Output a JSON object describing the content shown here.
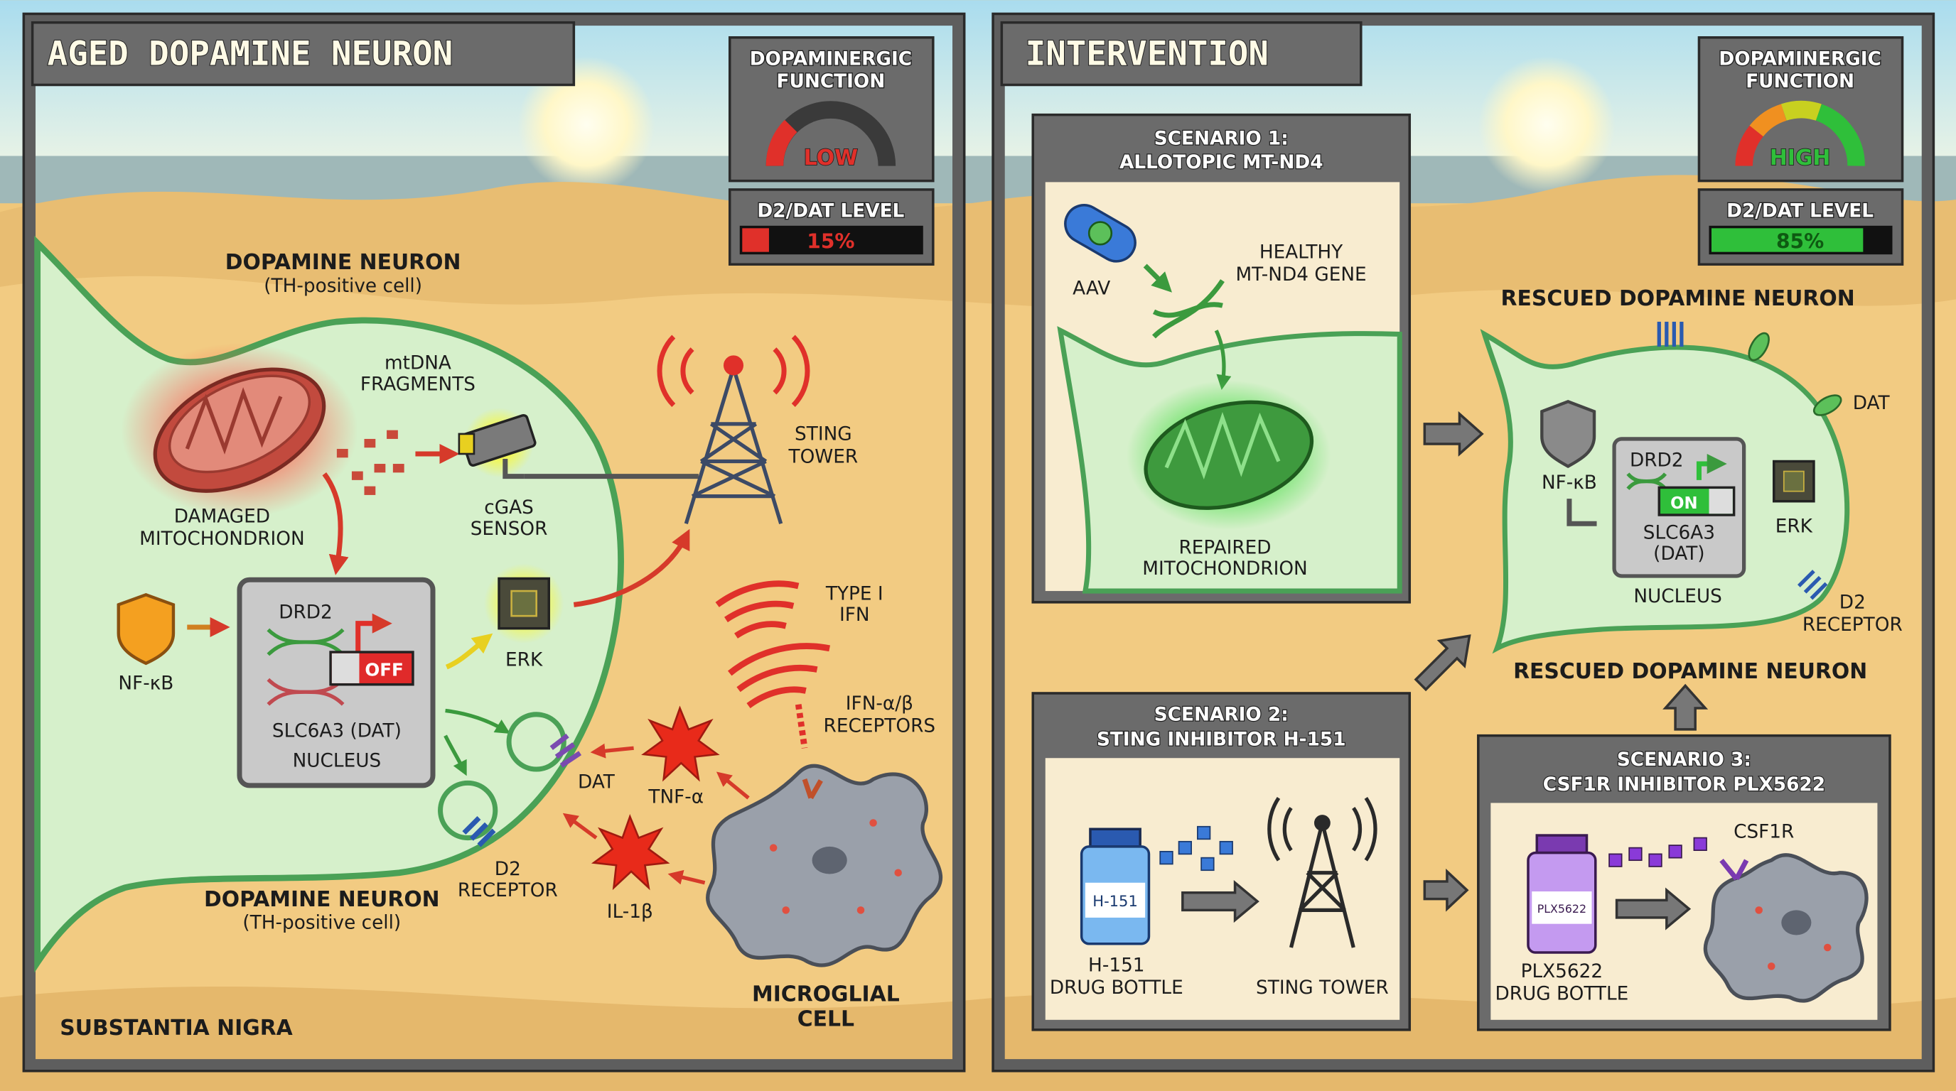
{
  "colors": {
    "sand": "#f0c77a",
    "sky": "#bfe3ee",
    "frame": "#6b6b6b",
    "cell": "#d4f0c9",
    "membrane": "#4aa156",
    "danger": "#e53030",
    "healthy": "#2fbf3a"
  },
  "left": {
    "title": "AGED DOPAMINE NEURON",
    "gauge": {
      "title_1": "DOPAMINERGIC",
      "title_2": "FUNCTION",
      "status": "LOW",
      "level": "low"
    },
    "level_box": {
      "title": "D2/DAT LEVEL",
      "value_text": "15%",
      "value": 15
    },
    "neuron_top": {
      "name": "DOPAMINE NEURON",
      "sub": "(TH-positive cell)"
    },
    "neuron_bottom": {
      "name": "DOPAMINE NEURON",
      "sub": "(TH-positive cell)"
    },
    "mtdna": [
      "mtDNA",
      "FRAGMENTS"
    ],
    "damaged_mito": [
      "DAMAGED",
      "MITOCHONDRION"
    ],
    "cgas": [
      "cGAS",
      "SENSOR"
    ],
    "sting": [
      "STING",
      "TOWER"
    ],
    "nucleus": {
      "gene1": "DRD2",
      "switch": "OFF",
      "gene2": "SLC6A3 (DAT)",
      "label": "NUCLEUS"
    },
    "nfkb": "NF-κB",
    "erk": "ERK",
    "ifn": [
      "TYPE I",
      "IFN"
    ],
    "receptors": [
      "IFN-α/β",
      "RECEPTORS"
    ],
    "dat": "DAT",
    "tnf": "TNF-α",
    "il1b": "IL-1β",
    "d2": [
      "D2",
      "RECEPTOR"
    ],
    "microglia": [
      "MICROGLIAL",
      "CELL"
    ],
    "region": "SUBSTANTIA NIGRA"
  },
  "right": {
    "title": "INTERVENTION",
    "gauge": {
      "title_1": "DOPAMINERGIC",
      "title_2": "FUNCTION",
      "status": "HIGH",
      "level": "high"
    },
    "level_box": {
      "title": "D2/DAT LEVEL",
      "value_text": "85%",
      "value": 85
    },
    "scenario1": {
      "title_1": "SCENARIO 1:",
      "title_2": "ALLOTOPIC MT-ND4",
      "aav": "AAV",
      "gene": [
        "HEALTHY",
        "MT-ND4 GENE"
      ],
      "mito": [
        "REPAIRED",
        "MITOCHONDRION"
      ]
    },
    "rescued_top": "RESCUED DOPAMINE NEURON",
    "rescued_bottom": "RESCUED DOPAMINE NEURON",
    "neuron": {
      "nfkb": "NF-κB",
      "gene1": "DRD2",
      "switch": "ON",
      "gene2_1": "SLC6A3",
      "gene2_2": "(DAT)",
      "nucleus": "NUCLEUS",
      "erk": "ERK",
      "dat": "DAT",
      "d2": [
        "D2",
        "RECEPTOR"
      ]
    },
    "scenario2": {
      "title_1": "SCENARIO 2:",
      "title_2": "STING INHIBITOR H-151",
      "bottle_label": "H-151",
      "bottle": [
        "H-151",
        "DRUG BOTTLE"
      ],
      "tower": "STING TOWER"
    },
    "scenario3": {
      "title_1": "SCENARIO 3:",
      "title_2": "CSF1R INHIBITOR PLX5622",
      "bottle_label": "PLX5622",
      "csf1r": "CSF1R",
      "bottle": [
        "PLX5622",
        "DRUG BOTTLE"
      ]
    }
  }
}
